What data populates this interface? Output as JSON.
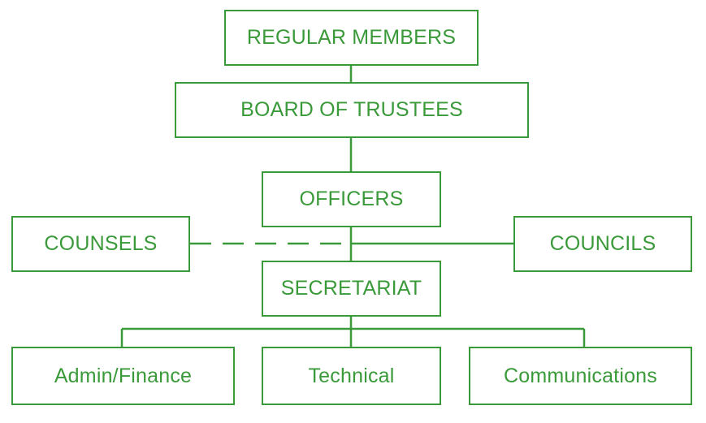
{
  "colors": {
    "accent": "#3a9a3a",
    "background": "#ffffff"
  },
  "org_chart": {
    "top": "REGULAR MEMBERS",
    "board": "BOARD OF TRUSTEES",
    "officers": "OFFICERS",
    "left_advisory": "COUNSELS",
    "right_advisory": "COUNCILS",
    "secretariat": "SECRETARIAT",
    "departments": [
      "Admin/Finance",
      "Technical",
      "Communications"
    ]
  }
}
